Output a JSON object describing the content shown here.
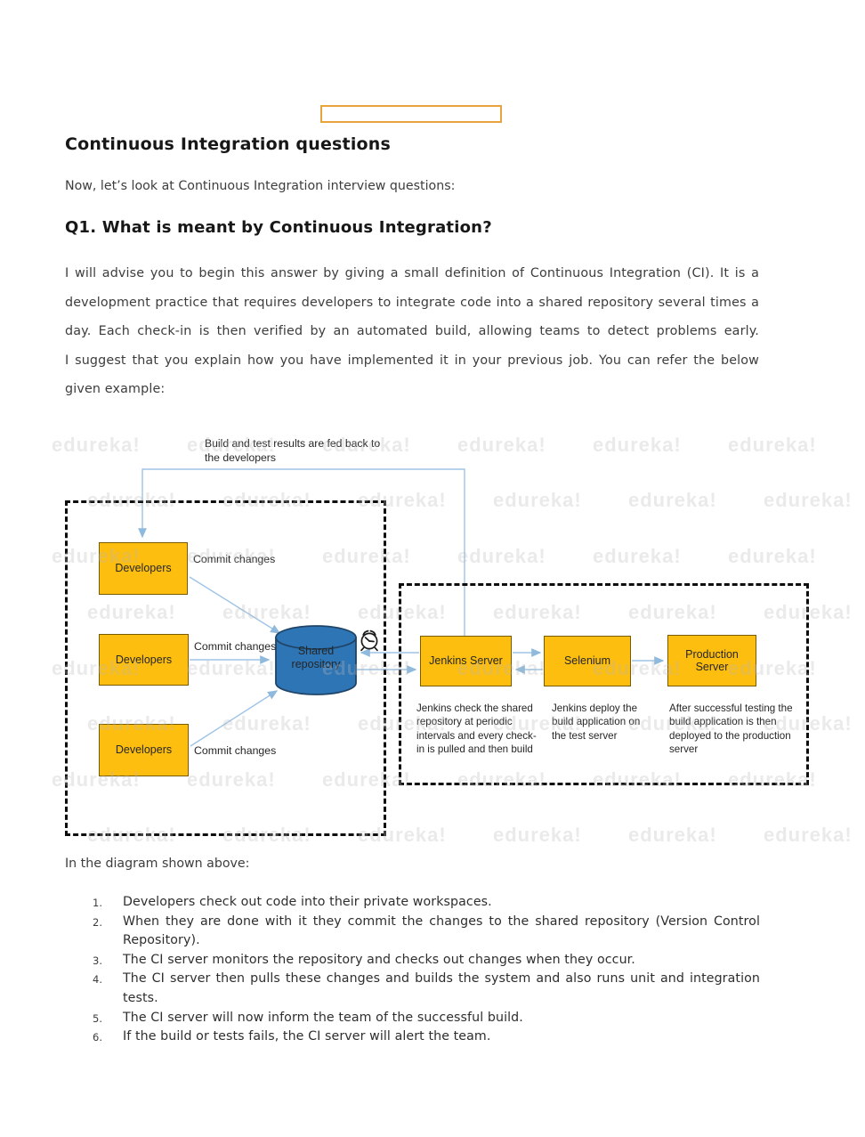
{
  "page": {
    "title": "Continuous Integration questions",
    "intro": "Now, let’s look at Continuous Integration interview questions:",
    "q1_heading": "Q1. What is meant by Continuous Integration?",
    "q1_para1": "I will advise you to begin this answer by giving a small definition of Continuous Integration (CI). It is a development practice that requires developers to integrate code into a shared repository several times a day. Each check-in is then verified by an automated build, allowing teams to detect problems early.",
    "q1_para2": "I suggest that you explain how you have implemented it in your previous job. You can refer the below given example:",
    "diagram_caption": "In the diagram shown above:",
    "list": {
      "items": [
        {
          "num": "1.",
          "text": "Developers check out code into their private workspaces."
        },
        {
          "num": "2.",
          "text": "When they are done with it they commit the changes to the shared repository (Version Control Repository)."
        },
        {
          "num": "3.",
          "text": "The CI server monitors the repository and checks out changes when they occur."
        },
        {
          "num": "4.",
          "text": "The CI server then pulls these changes and builds the system and also runs unit and integration tests."
        },
        {
          "num": "5.",
          "text": "The CI server will now inform the team of the successful build."
        },
        {
          "num": "6.",
          "text": "If the build or tests fails, the CI server will alert the team."
        }
      ]
    }
  },
  "diagram": {
    "feedback_label": "Build and test results are fed back to the developers",
    "developers_label": "Developers",
    "commit_label": "Commit changes",
    "repository_label": "Shared repository",
    "jenkins_label": "Jenkins Server",
    "selenium_label": "Selenium",
    "production_label": "Production Server",
    "jenkins_desc": "Jenkins check the shared repository at periodic intervals and every check-in is pulled and then build",
    "selenium_desc": "Jenkins deploy the build application on the test server",
    "production_desc": "After successful testing the build application is then deployed to the production server",
    "watermark": {
      "text": "edureka!"
    },
    "colors": {
      "box_fill": "#fdbe10",
      "box_border": "#7a5c00",
      "cylinder_fill": "#2e75b6",
      "cylinder_stroke": "#1f4467",
      "arrow": "#9dc3e6",
      "dashed_border": "#0d0d0d",
      "highlight_box_border": "#e8a33c"
    }
  }
}
